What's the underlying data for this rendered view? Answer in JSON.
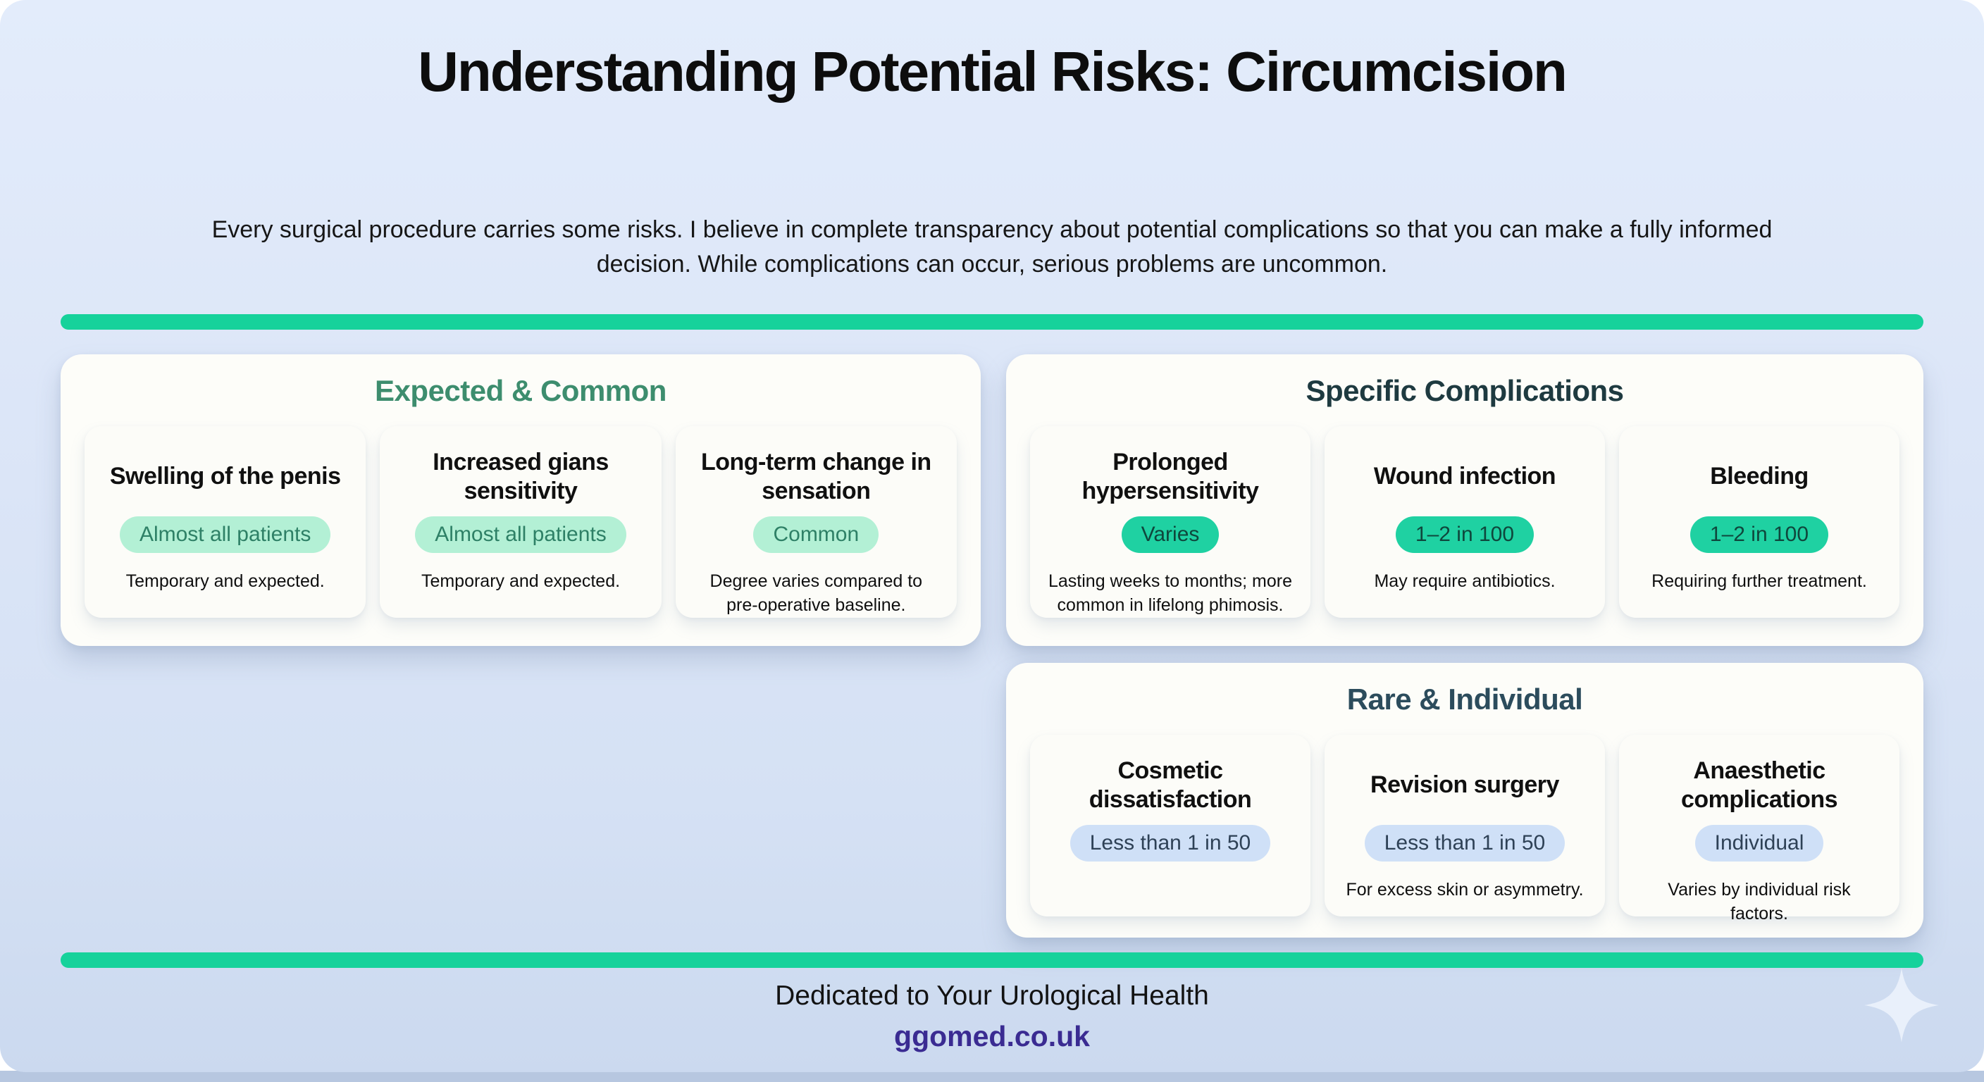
{
  "page": {
    "title": "Understanding Potential Risks: Circumcision",
    "intro": "Every surgical procedure carries some risks. I believe in complete transparency about potential complications so that you can make a fully informed decision. While complications can occur, serious problems are uncommon.",
    "colors": {
      "background": "#dbe5f7",
      "accent_teal": "#16d29b",
      "header_green": "#3d8d6e",
      "header_dark": "#1e3a40",
      "badge_mint_bg": "#b3f0d5",
      "badge_teal_bg": "#1fd1a2",
      "badge_blue_bg": "#cfe0f7",
      "link_purple": "#3a2b92"
    }
  },
  "sections": [
    {
      "id": "expected-common",
      "title": "Expected & Common",
      "cards": [
        {
          "title": "Swelling of the penis",
          "badge": "Almost all patients",
          "description": "Temporary and expected."
        },
        {
          "title": "Increased gians sensitivity",
          "badge": "Almost all patients",
          "description": "Temporary and expected."
        },
        {
          "title": "Long-term change in sensation",
          "badge": "Common",
          "description": "Degree varies compared to pre-operative baseline."
        }
      ]
    },
    {
      "id": "specific-complications",
      "title": "Specific Complications",
      "cards": [
        {
          "title": "Prolonged hypersensitivity",
          "badge": "Varies",
          "description": "Lasting weeks to months; more common in lifelong phimosis."
        },
        {
          "title": "Wound infection",
          "badge": "1–2 in 100",
          "description": "May require antibiotics."
        },
        {
          "title": "Bleeding",
          "badge": "1–2 in 100",
          "description": "Requiring further treatment."
        }
      ]
    },
    {
      "id": "rare-individual",
      "title": "Rare & Individual",
      "cards": [
        {
          "title": "Cosmetic dissatisfaction",
          "badge": "Less than 1 in 50",
          "description": ""
        },
        {
          "title": "Revision surgery",
          "badge": "Less than 1 in 50",
          "description": "For excess skin or asymmetry."
        },
        {
          "title": "Anaesthetic complications",
          "badge": "Individual",
          "description": "Varies by individual risk factors."
        }
      ]
    }
  ],
  "footer": {
    "tagline": "Dedicated to Your Urological Health",
    "website": "ggomed.co.uk",
    "icon": "sparkle-icon"
  }
}
